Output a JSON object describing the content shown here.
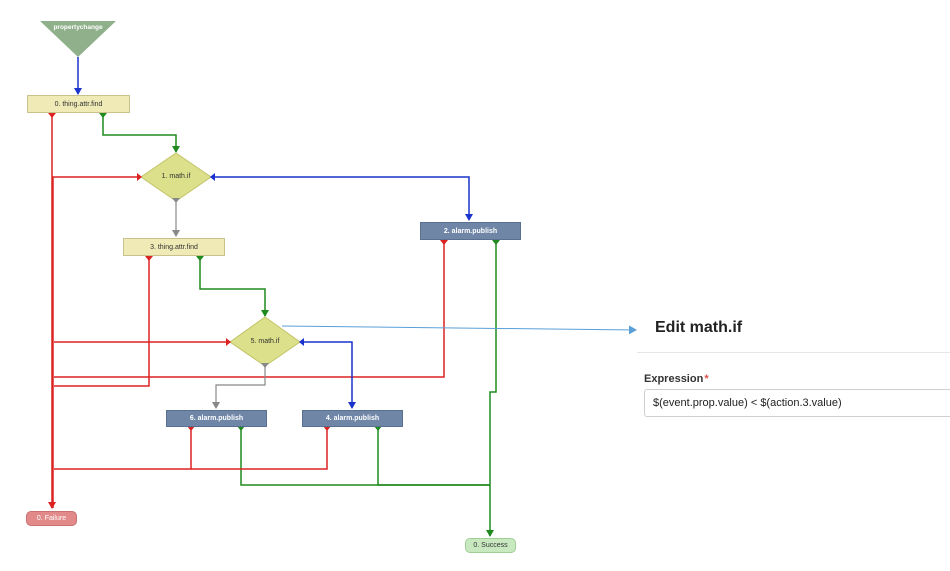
{
  "trigger": {
    "label": "propertychange"
  },
  "nodes": {
    "thing_attr_find_0": "0. thing.attr.find",
    "math_if_1": "1. math.if",
    "alarm_publish_2": "2. alarm.publish",
    "thing_attr_find_3": "3. thing.attr.find",
    "math_if_5": "5. math.if",
    "alarm_publish_6": "6. alarm.publish",
    "alarm_publish_4": "4. alarm.publish",
    "failure": "0. Failure",
    "success": "0. Success"
  },
  "panel": {
    "title": "Edit math.if",
    "expression_label": "Expression",
    "required_mark": "*",
    "expression_value": "$(event.prop.value) < $(action.3.value)"
  },
  "colors": {
    "success_line": "#1e8a1e",
    "failure_line": "#dd2222",
    "true_line": "#1a33cc",
    "default_line": "#888888",
    "pointer_line": "#5aa0d8",
    "trigger_fill": "#8fb08a"
  }
}
